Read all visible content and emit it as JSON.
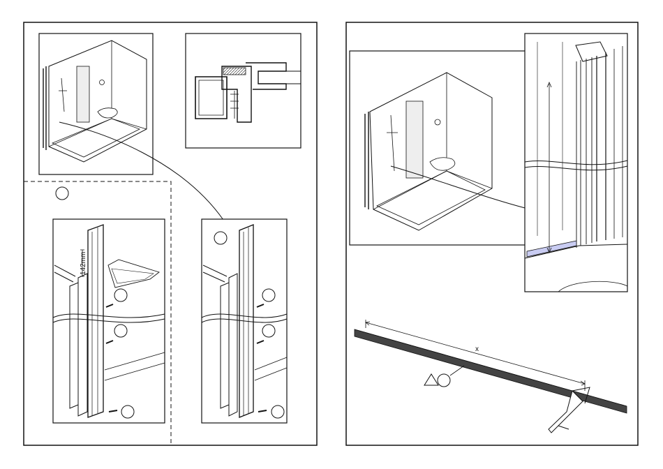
{
  "measure_left": "142mm",
  "measure_right": "x",
  "colors": {
    "line": "#111111",
    "paper": "#ffffff",
    "glass": "#c9ccf2"
  },
  "icons": [
    "shower-cabin",
    "profile-section",
    "drill",
    "screw",
    "silicone-strip",
    "clamp"
  ]
}
